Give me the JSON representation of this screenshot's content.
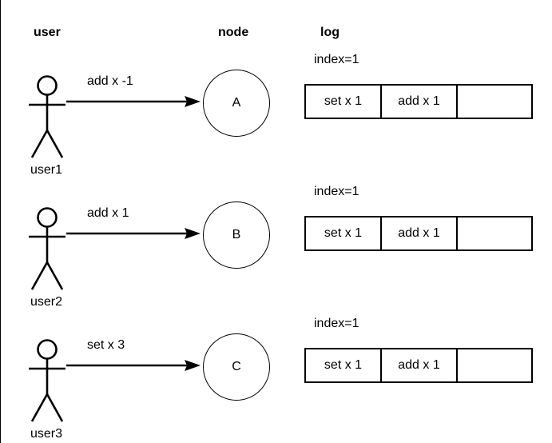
{
  "headers": {
    "user": "user",
    "node": "node",
    "log": "log"
  },
  "rows": [
    {
      "actor_label": "user1",
      "actor_icon": "stick-figure-icon",
      "arrow_icon": "arrow-right-icon",
      "arrow_label": "add x -1",
      "node_label": "A",
      "log_index": "index=1",
      "log_cells": [
        "set x 1",
        "add x 1",
        ""
      ]
    },
    {
      "actor_label": "user2",
      "actor_icon": "stick-figure-icon",
      "arrow_icon": "arrow-right-icon",
      "arrow_label": "add x 1",
      "node_label": "B",
      "log_index": "index=1",
      "log_cells": [
        "set x 1",
        "add x 1",
        ""
      ]
    },
    {
      "actor_label": "user3",
      "actor_icon": "stick-figure-icon",
      "arrow_icon": "arrow-right-icon",
      "arrow_label": "set x 3",
      "node_label": "C",
      "log_index": "index=1",
      "log_cells": [
        "set x 1",
        "add x 1",
        ""
      ]
    }
  ],
  "colors": {
    "stroke": "#000000",
    "background": "#ffffff",
    "text": "#000000"
  }
}
